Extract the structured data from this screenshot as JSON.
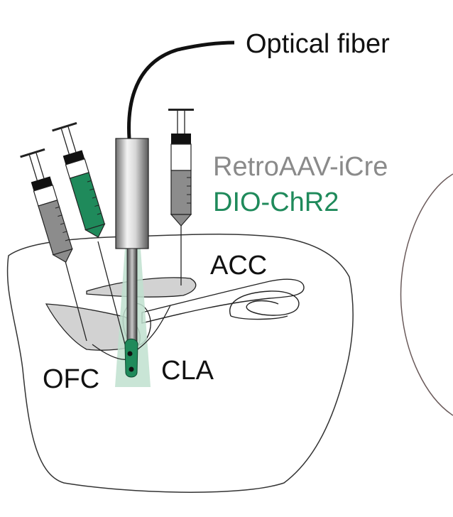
{
  "labels": {
    "optical_fiber": "Optical fiber",
    "retro_aav": "RetroAAV-iCre",
    "dio_chr2": "DIO-ChR2",
    "acc": "ACC",
    "cla": "CLA",
    "ofc": "OFC"
  },
  "colors": {
    "green": "#1f8a5b",
    "gray_text": "#8a8a8a",
    "gray_fill": "#8c8c8c",
    "region_fill": "#d2d2d2",
    "light_beam": "#bfe0cf",
    "outline": "#222222"
  }
}
